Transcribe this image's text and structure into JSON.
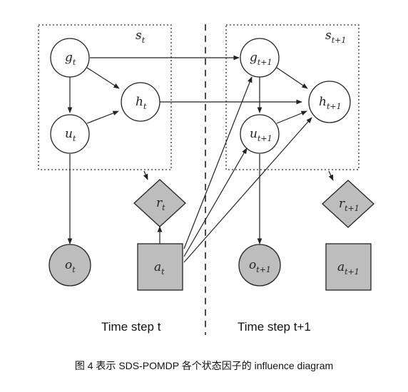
{
  "box_labels": {
    "left": {
      "main": "s",
      "sub": "t"
    },
    "right": {
      "main": "s",
      "sub": "t+1"
    }
  },
  "nodes": {
    "g_t": {
      "main": "g",
      "sub": "t"
    },
    "h_t": {
      "main": "h",
      "sub": "t"
    },
    "u_t": {
      "main": "u",
      "sub": "t"
    },
    "r_t": {
      "main": "r",
      "sub": "t"
    },
    "o_t": {
      "main": "o",
      "sub": "t"
    },
    "a_t": {
      "main": "a",
      "sub": "t"
    },
    "g_t1": {
      "main": "g",
      "sub": "t+1"
    },
    "h_t1": {
      "main": "h",
      "sub": "t+1"
    },
    "u_t1": {
      "main": "u",
      "sub": "t+1"
    },
    "r_t1": {
      "main": "r",
      "sub": "t+1"
    },
    "o_t1": {
      "main": "o",
      "sub": "t+1"
    },
    "a_t1": {
      "main": "a",
      "sub": "t+1"
    }
  },
  "time_steps": {
    "left": "Time step t",
    "right": "Time step t+1"
  },
  "caption": "图 4 表示 SDS-POMDP 各个状态因子的 influence diagram",
  "colors": {
    "shaded": "#bdbdbd",
    "white": "#ffffff",
    "stroke": "#222222"
  }
}
